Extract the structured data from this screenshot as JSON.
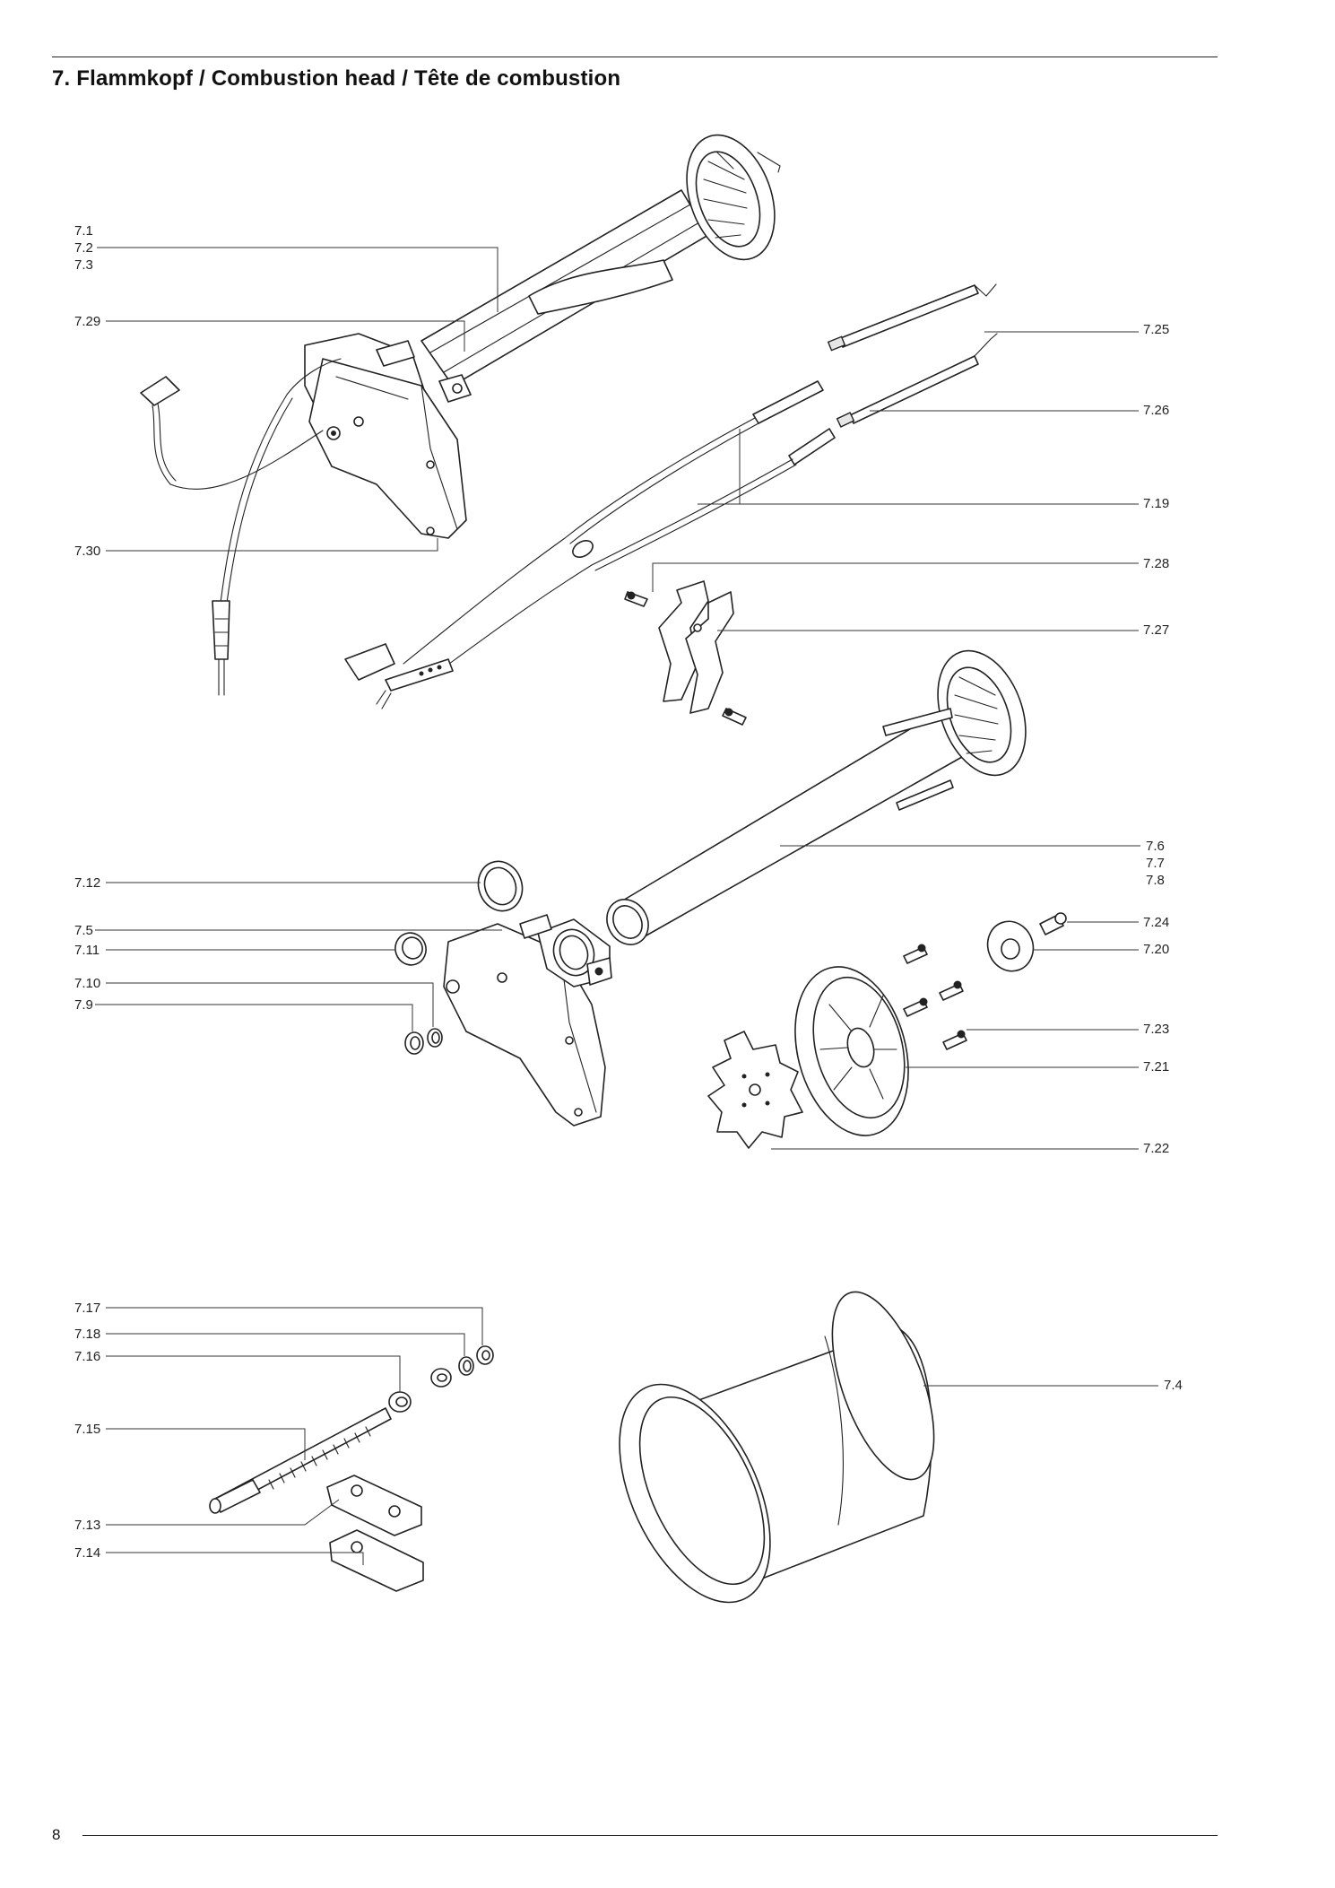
{
  "page": {
    "title": "7. Flammkopf / Combustion head / Tête de combustion",
    "page_number": "8"
  },
  "labels": {
    "l7_1": "7.1",
    "l7_2": "7.2",
    "l7_3": "7.3",
    "l7_29": "7.29",
    "l7_30": "7.30",
    "l7_25": "7.25",
    "l7_26": "7.26",
    "l7_19": "7.19",
    "l7_28": "7.28",
    "l7_27": "7.27",
    "l7_6": "7.6",
    "l7_7": "7.7",
    "l7_8": "7.8",
    "l7_12": "7.12",
    "l7_5": "7.5",
    "l7_11": "7.11",
    "l7_10": "7.10",
    "l7_9": "7.9",
    "l7_24": "7.24",
    "l7_20": "7.20",
    "l7_23": "7.23",
    "l7_21": "7.21",
    "l7_22": "7.22",
    "l7_17": "7.17",
    "l7_18": "7.18",
    "l7_16": "7.16",
    "l7_15": "7.15",
    "l7_13": "7.13",
    "l7_14": "7.14",
    "l7_4": "7.4"
  }
}
